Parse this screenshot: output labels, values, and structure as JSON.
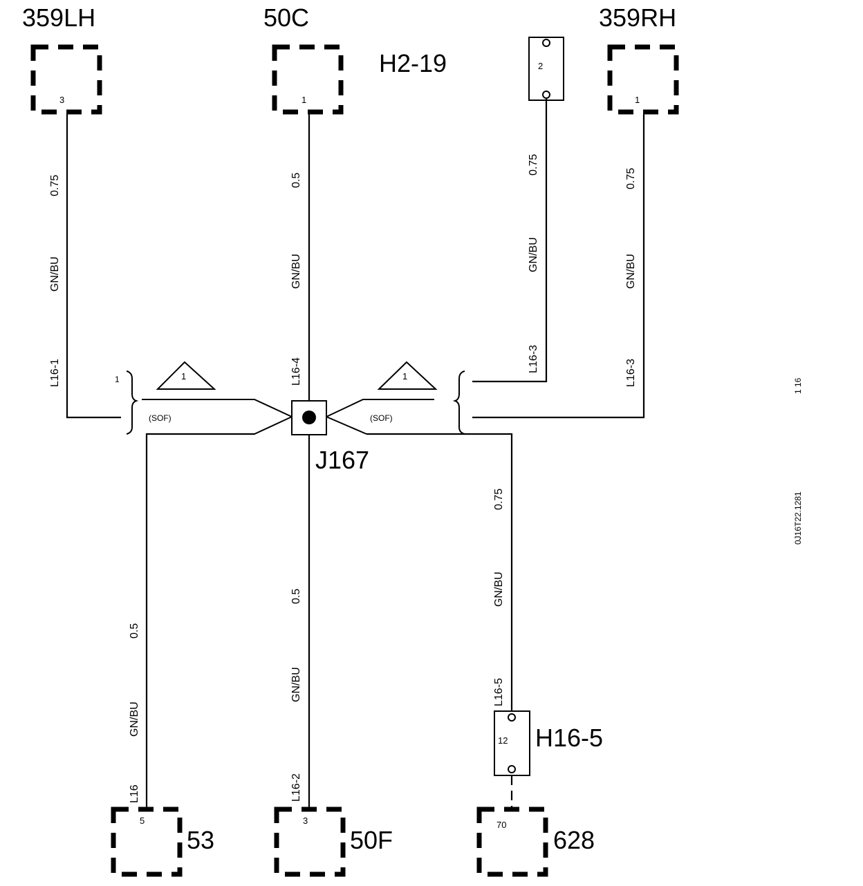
{
  "connectors": {
    "c359lh": {
      "name": "359LH",
      "pin": "3"
    },
    "c50c": {
      "name": "50C",
      "pin": "1"
    },
    "c359rh": {
      "name": "359RH",
      "pin": "1"
    },
    "c53": {
      "name": "53",
      "pin": "5"
    },
    "c50f": {
      "name": "50F",
      "pin": "3"
    },
    "c628": {
      "name": "628",
      "pin": "70"
    }
  },
  "inline": {
    "h2_19": {
      "name": "H2-19",
      "pin": "2"
    },
    "h16_5": {
      "name": "H16-5",
      "pin": "12"
    }
  },
  "splice": {
    "name": "J167"
  },
  "sof_left": "(SOF)",
  "sof_right": "(SOF)",
  "note_left": "1",
  "note_right": "1",
  "wires": {
    "w1": {
      "size": "0.75",
      "color": "GN/BU",
      "circuit": "L16-1"
    },
    "w2": {
      "size": "0.5",
      "color": "GN/BU",
      "circuit": "L16-4"
    },
    "w3": {
      "size": "0.75",
      "color": "GN/BU",
      "circuit": "L16-3"
    },
    "w4": {
      "size": "0.75",
      "color": "GN/BU",
      "circuit": "L16-3"
    },
    "w5": {
      "size": "0.75",
      "color": "GN/BU",
      "circuit": "L16-5"
    },
    "w6": {
      "size": "0.5",
      "color": "GN/BU",
      "circuit": "L16"
    },
    "w7": {
      "size": "0.5",
      "color": "GN/BU",
      "circuit": "L16-2"
    }
  },
  "bracket_mark": "1",
  "side_page": "1 16",
  "side_code": "0J16T22.1281"
}
